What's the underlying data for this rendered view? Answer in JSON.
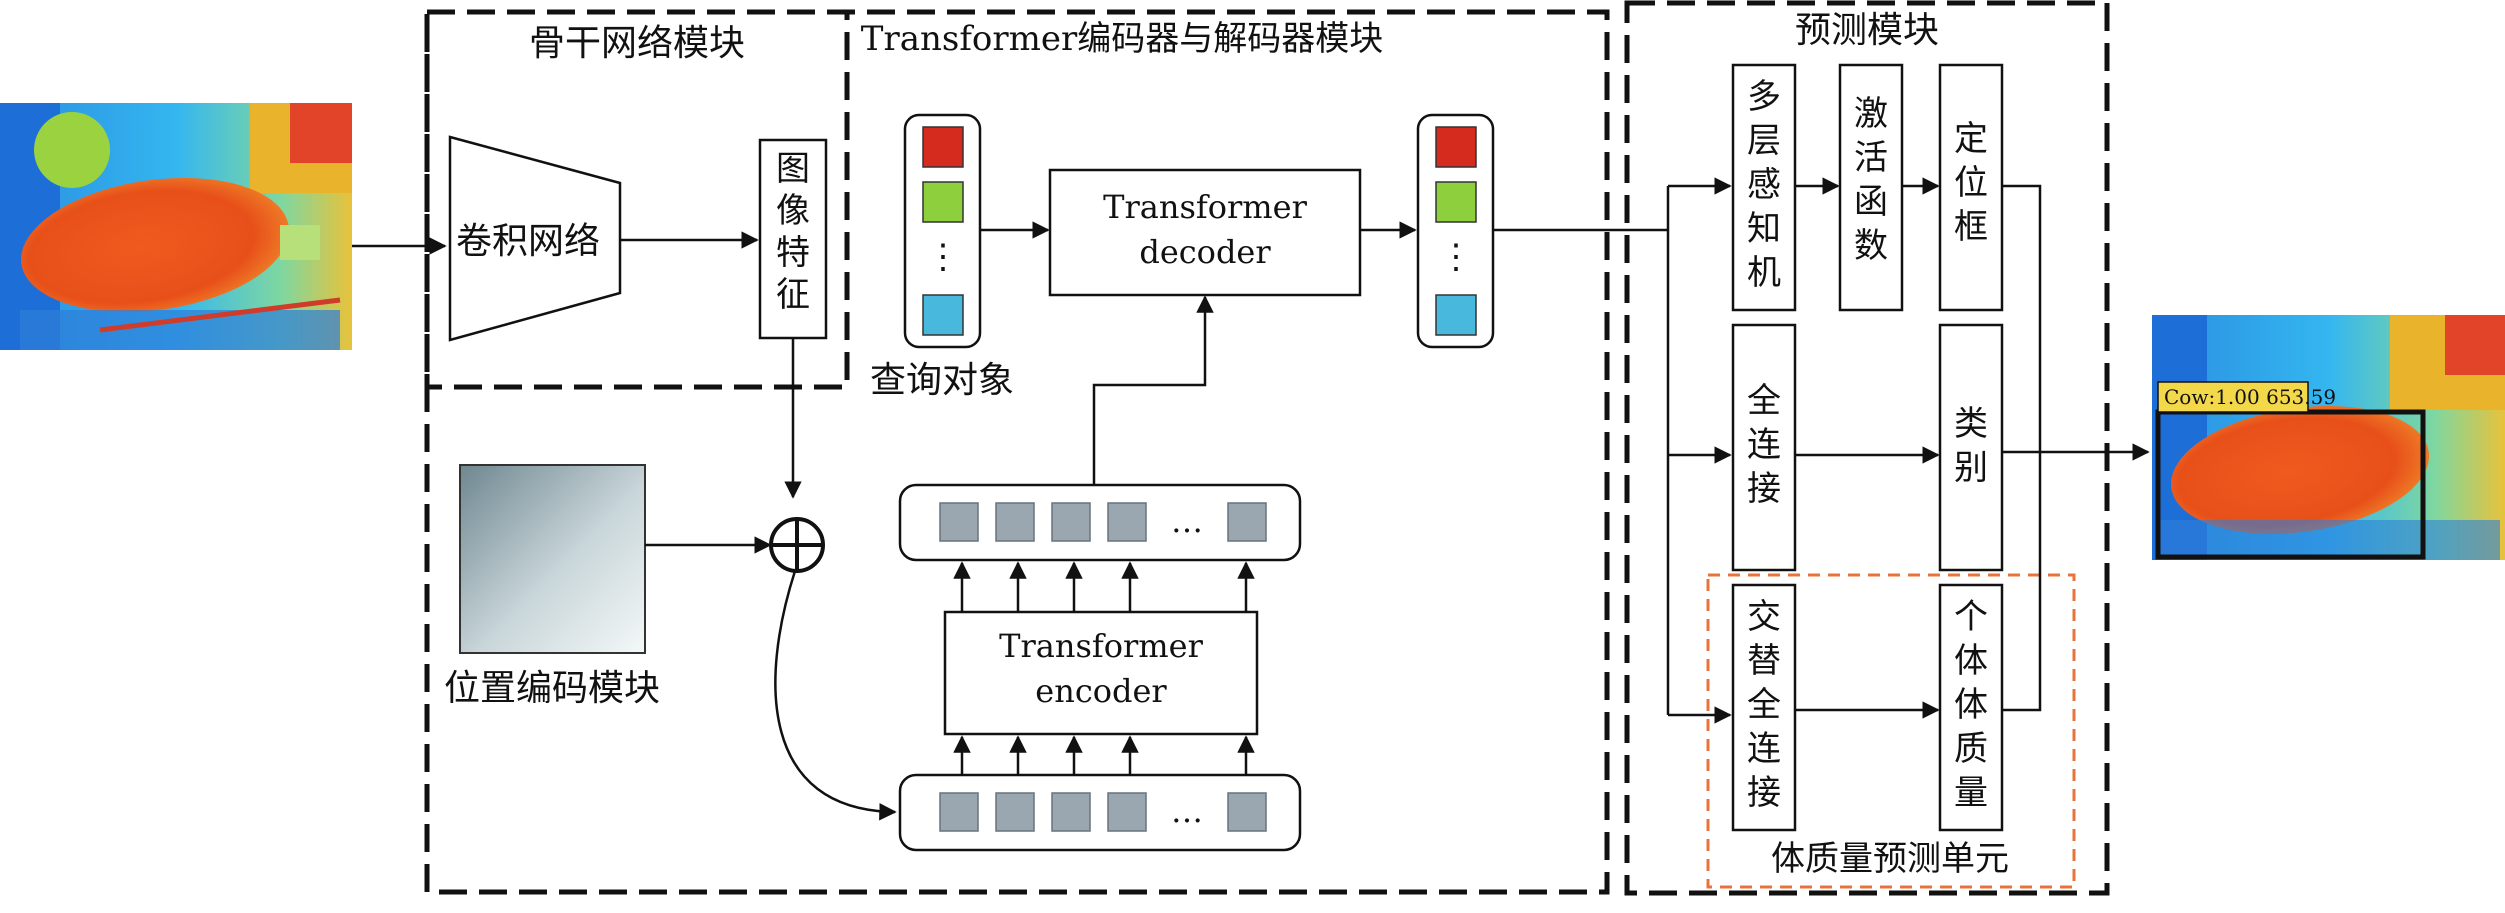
{
  "diagram": {
    "sections": {
      "backbone_title": "骨干网络模块",
      "transformer_title": "Transformer编码器与解码器模块",
      "prediction_title": "预测模块"
    },
    "backbone": {
      "conv_label": "卷积网络",
      "feature_chars": [
        "图",
        "像",
        "特",
        "征"
      ]
    },
    "position_encoding_label": "位置编码模块",
    "query_label": "查询对象",
    "decoder_lines": [
      "Transformer",
      "decoder"
    ],
    "encoder_lines": [
      "Transformer",
      "encoder"
    ],
    "ellipsis": "…",
    "vertical_dots": "⋮",
    "query_colors": [
      "#d42b1e",
      "#8ecf3e",
      "#48b8dc"
    ],
    "prediction": {
      "mlp_chars": [
        "多",
        "层",
        "感",
        "知",
        "机"
      ],
      "activation_chars": [
        "激",
        "活",
        "函",
        "数"
      ],
      "bbox_chars": [
        "定",
        "位",
        "框"
      ],
      "fc_chars": [
        "全",
        "连",
        "接"
      ],
      "class_chars": [
        "类",
        "别"
      ],
      "alt_fc_chars": [
        "交",
        "替",
        "全",
        "连",
        "接"
      ],
      "weight_chars": [
        "个",
        "体",
        "体",
        "质",
        "量"
      ],
      "unit_label": "体质量预测单元"
    },
    "output_label": "Cow:1.00 653.59",
    "colors": {
      "token_gray": "#9aa7b0",
      "orange_dash": "#e8743b",
      "label_bg": "#f3d94a"
    }
  }
}
